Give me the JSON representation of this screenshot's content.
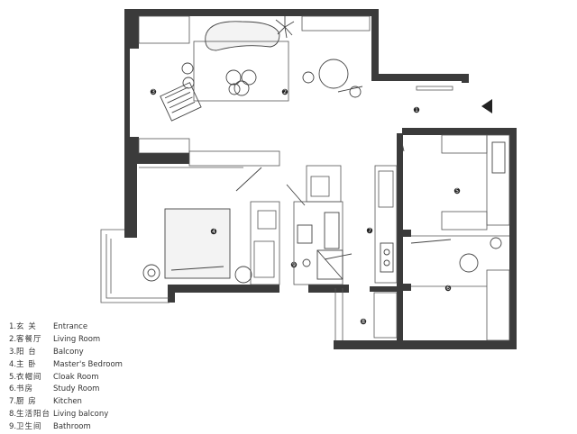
{
  "legend": [
    {
      "num": "1.",
      "zh": "玄 关",
      "en": "Entrance"
    },
    {
      "num": "2.",
      "zh": "客餐厅",
      "en": "Living Room"
    },
    {
      "num": "3.",
      "zh": "阳 台",
      "en": "Balcony"
    },
    {
      "num": "4.",
      "zh": "主 卧",
      "en": "Master's Bedroom"
    },
    {
      "num": "5.",
      "zh": "衣帽间",
      "en": "Cloak Room"
    },
    {
      "num": "6.",
      "zh": "书房",
      "en": "Study Room"
    },
    {
      "num": "7.",
      "zh": "厨 房",
      "en": "Kitchen"
    },
    {
      "num": "8.",
      "zh": "生活阳台",
      "en": "Living balcony"
    },
    {
      "num": "9.",
      "zh": "卫生间",
      "en": "Bathroom"
    }
  ],
  "markers": [
    "1",
    "2",
    "3",
    "4",
    "5",
    "6",
    "7",
    "8",
    "9"
  ],
  "colors": {
    "wall": "#3b3b3b",
    "marker": "#222222",
    "line": "#444444"
  },
  "icons": {
    "entrance": "entrance-arrow-icon"
  }
}
